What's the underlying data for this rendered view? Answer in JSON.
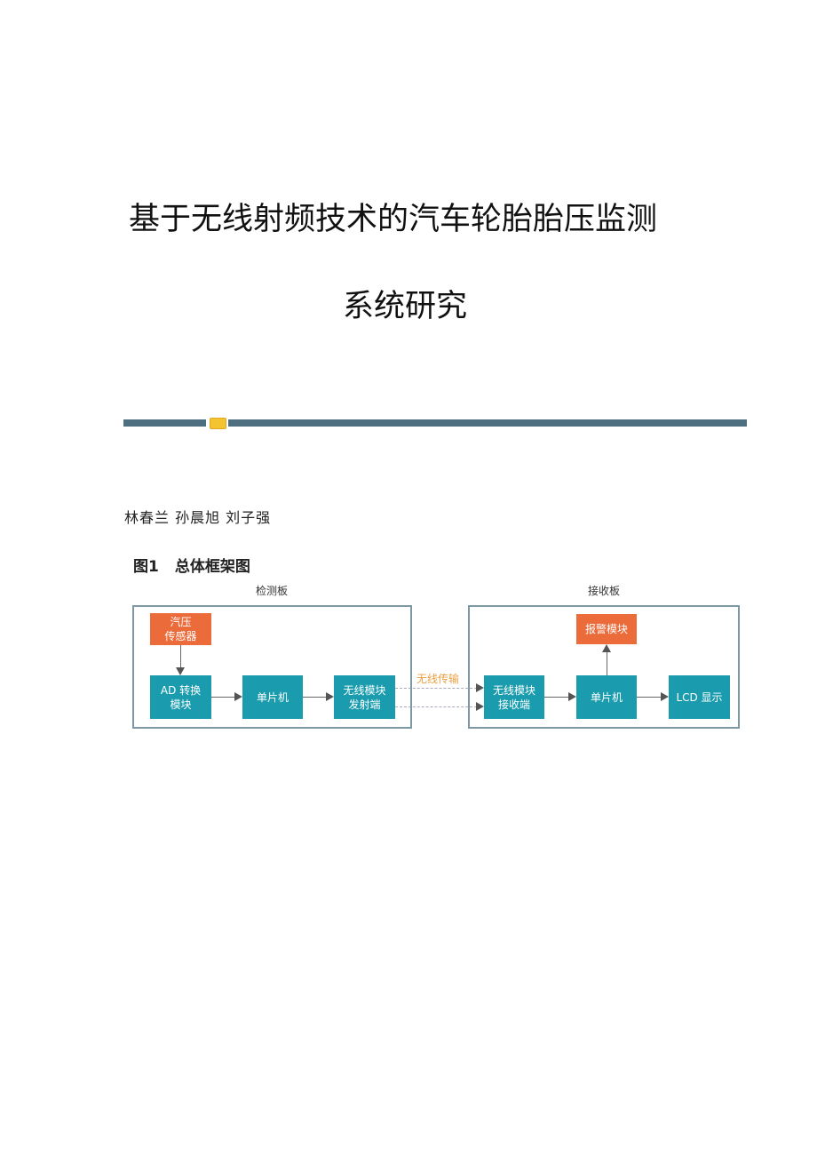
{
  "title_line1": "基于无线射频技术的汽车轮胎胎压监测",
  "title_line2": "系统研究",
  "authors": "林春兰 孙晨旭 刘子强",
  "figure": {
    "number": "图1",
    "caption": "总体框架图",
    "detect_board": "检测板",
    "receive_board": "接收板",
    "wireless_label": "无线传输",
    "sensor": [
      "汽压",
      "传感器"
    ],
    "ad": [
      "AD 转换",
      "模块"
    ],
    "mcu_tx": "单片机",
    "tx": [
      "无线模块",
      "发射端"
    ],
    "rx": [
      "无线模块",
      "接收端"
    ],
    "mcu_rx": "单片机",
    "lcd": "LCD 显示",
    "alarm": "报警模块",
    "colors": {
      "teal": "#1a9cae",
      "orange": "#ec6b3b",
      "wireless": "#e8a040"
    }
  }
}
